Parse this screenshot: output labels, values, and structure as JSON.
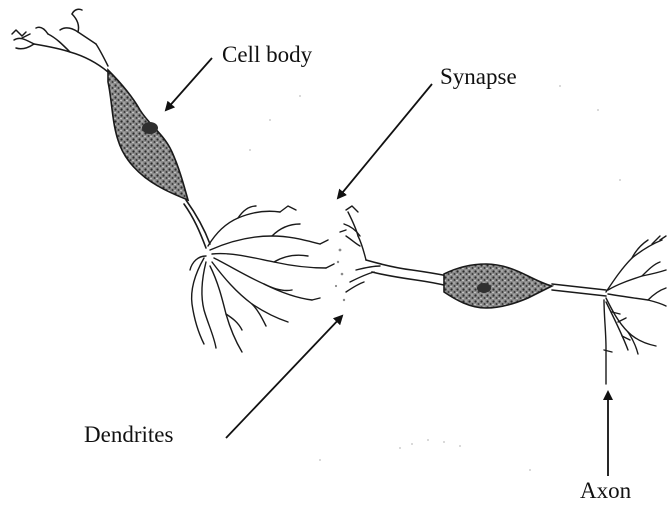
{
  "labels": {
    "cell_body": "Cell body",
    "synapse": "Synapse",
    "dendrites": "Dendrites",
    "axon": "Axon"
  }
}
